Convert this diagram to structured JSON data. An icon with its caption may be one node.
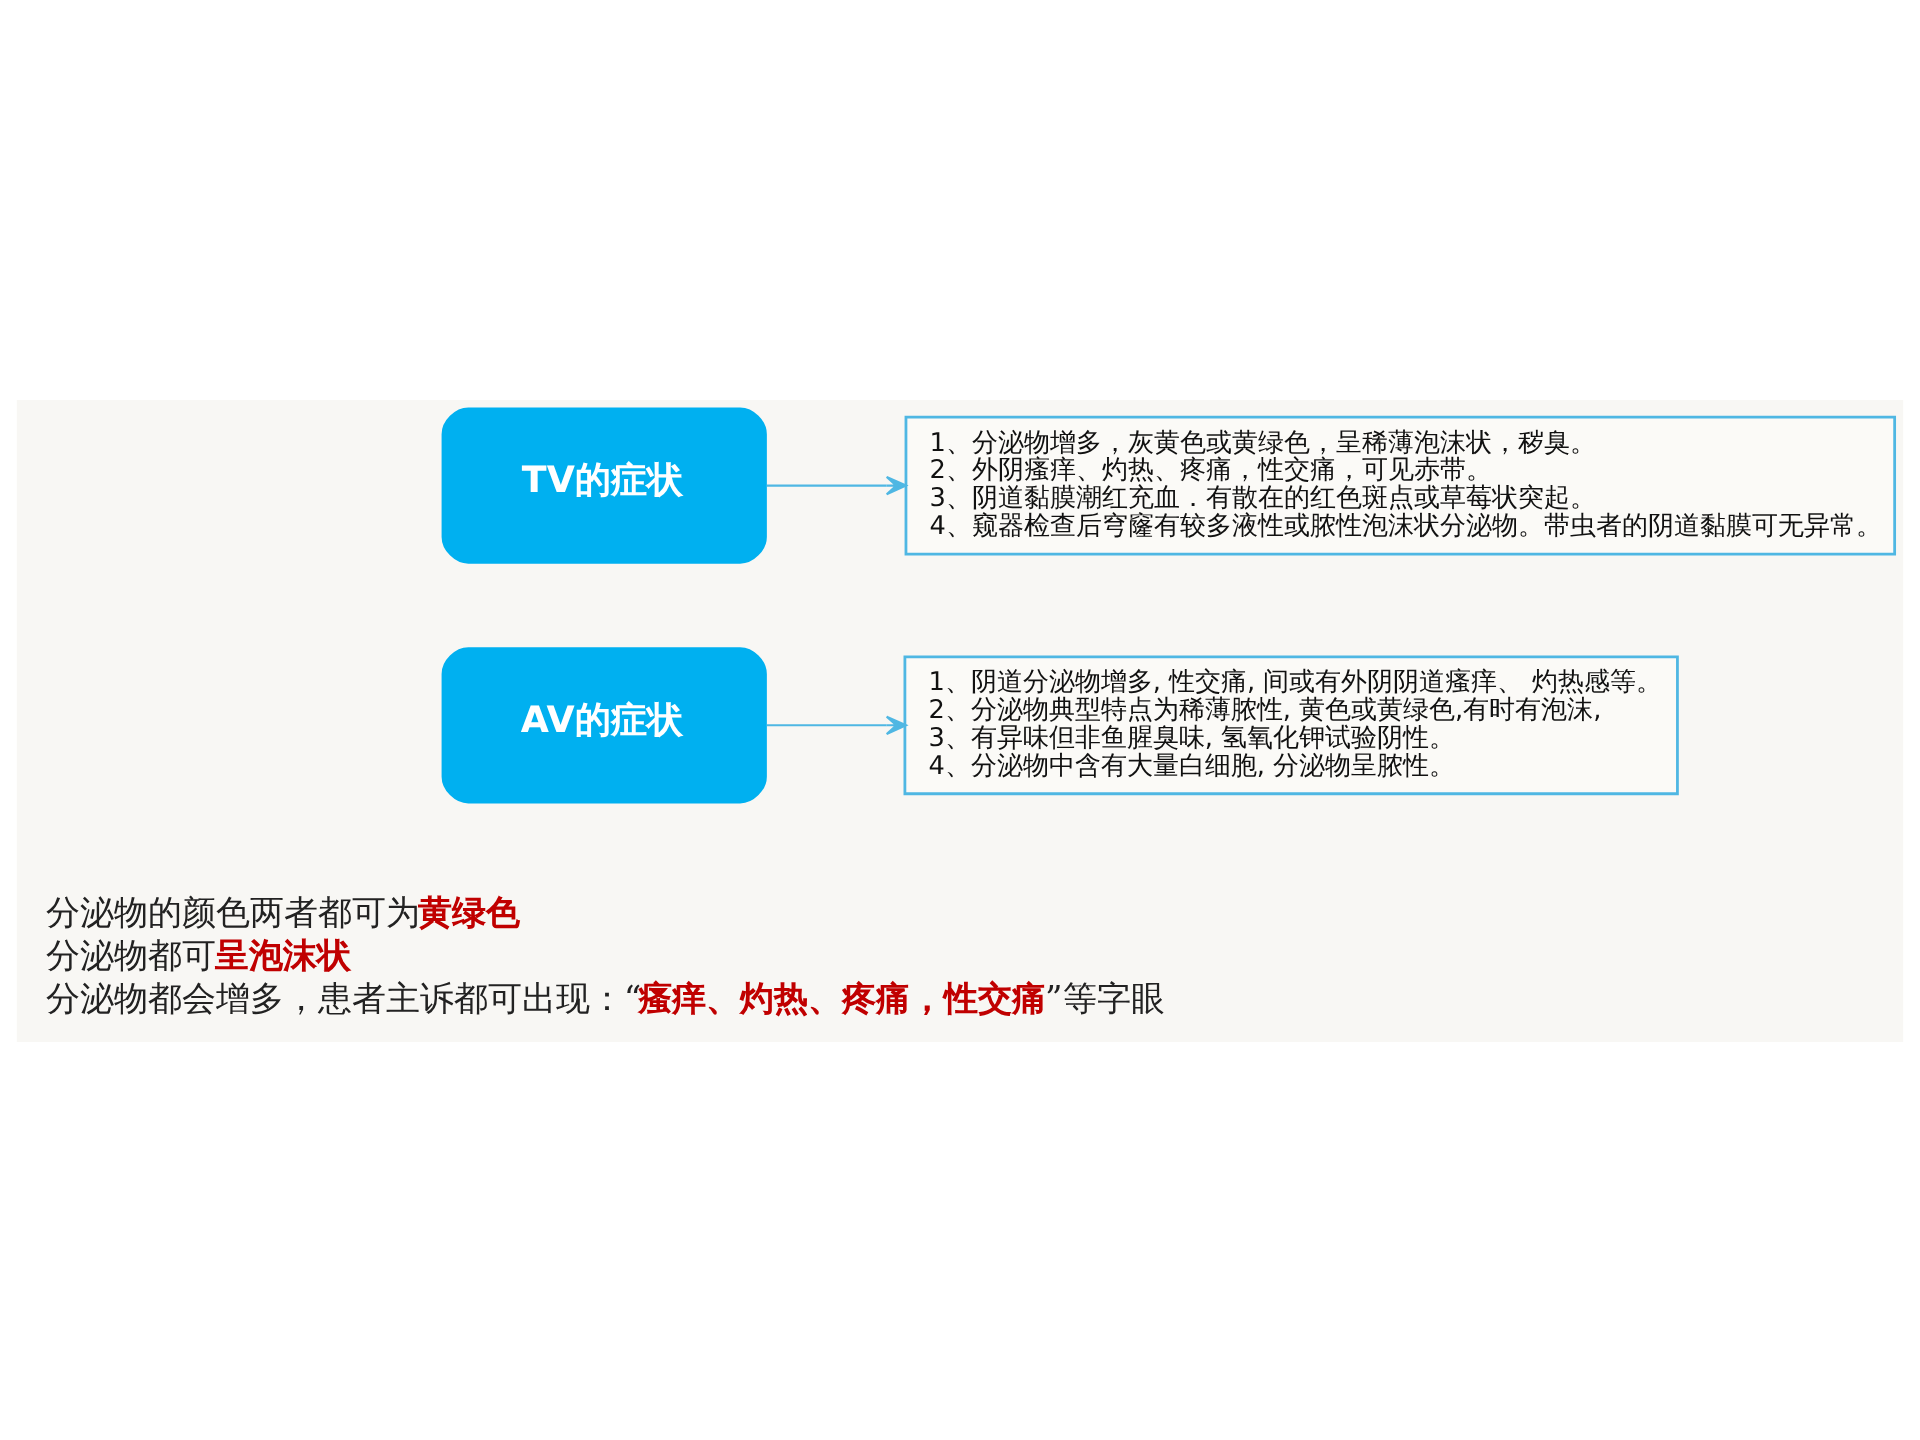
{
  "diagram": {
    "nodes": [
      {
        "text": [
          "TV的症状"
        ]
      },
      {
        "text": [
          "1、分泌物增多，灰黄色或黄绿色，呈稀薄泡沫状，秽臭。",
          "2、外阴瘙痒、灼热、疼痛，性交痛，可见赤带。",
          "3、阴道黏膜潮红充血．有散在的红色斑点或草莓状突起。",
          "4、窥器检查后穹窿有较多液性或脓性泡沫状分泌物。带虫者的阴道黏膜可无异常。"
        ]
      },
      {
        "text": [
          "AV的症状"
        ]
      },
      {
        "text": [
          "1、阴道分泌物增多, 性交痛, 间或有外阴阴道瘙痒、 灼热感等。",
          "2、分泌物典型特点为稀薄脓性, 黄色或黄绿色,有时有泡沫,",
          "3、有异味但非鱼腥臭味, 氢氧化钾试验阴性。",
          "4、分泌物中含有大量白细胞, 分泌物呈脓性。"
        ]
      }
    ],
    "edges": [
      {
        "from": 0,
        "to": 1,
        "arrow": "to"
      },
      {
        "from": 2,
        "to": 3,
        "arrow": "to"
      }
    ],
    "labels": [
      "分泌物的颜色两者都可为**黄绿色**",
      "分泌物都可**呈泡沫状**",
      "分泌物都会增多，患者主诉都可出现：“**瘙痒、灼热、疼痛，性交痛**”等字眼"
    ]
  }
}
